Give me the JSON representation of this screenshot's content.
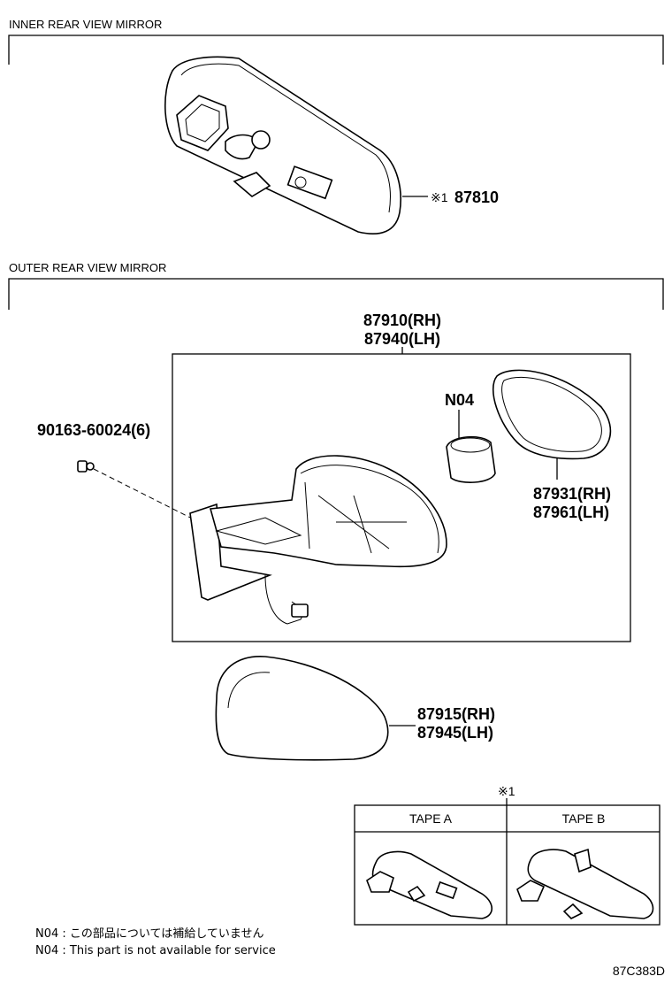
{
  "sections": {
    "inner": {
      "title": "INNER REAR VIEW MIRROR"
    },
    "outer": {
      "title": "OUTER REAR VIEW MIRROR"
    }
  },
  "parts": {
    "inner_mirror": {
      "mark": "※1",
      "number": "87810"
    },
    "outer_mirror": {
      "rh": "87910(RH)",
      "lh": "87940(LH)"
    },
    "screw": {
      "number": "90163-60024(6)"
    },
    "actuator": {
      "number": "N04"
    },
    "glass": {
      "rh": "87931(RH)",
      "lh": "87961(LH)"
    },
    "cover": {
      "rh": "87915(RH)",
      "lh": "87945(LH)"
    }
  },
  "variant_table": {
    "mark": "※1",
    "columns": [
      "TAPE A",
      "TAPE B"
    ]
  },
  "notes": [
    "N04 : この部品については補給していません",
    "N04 : This part is not available for service"
  ],
  "diagram_id": "87C383D"
}
